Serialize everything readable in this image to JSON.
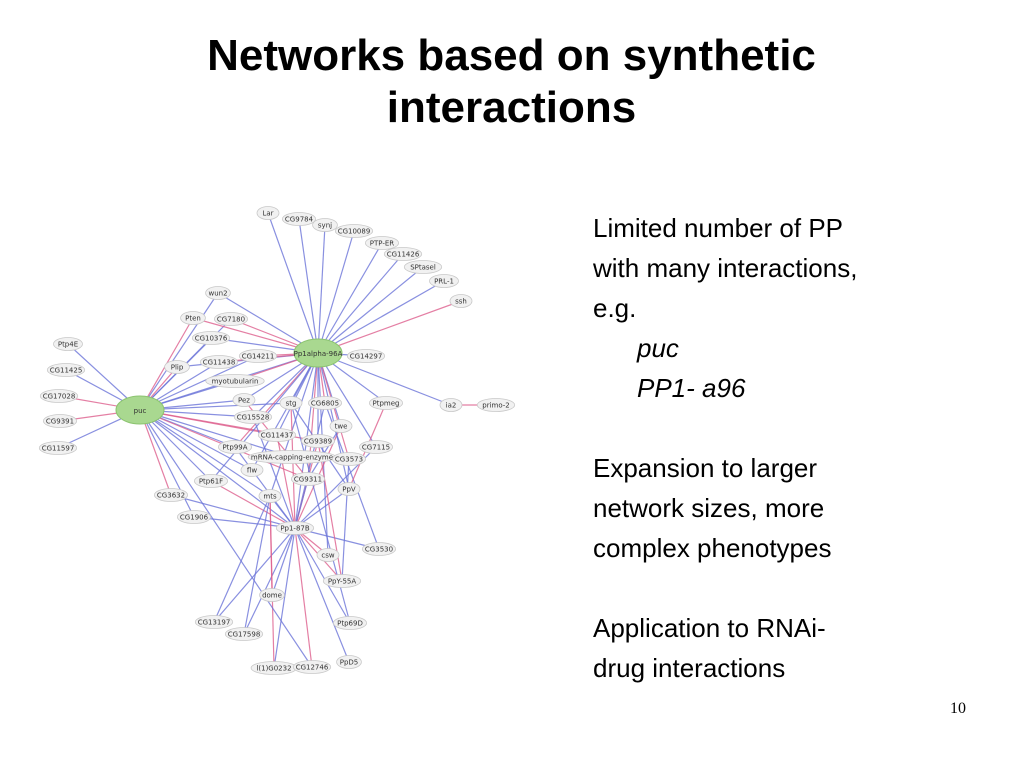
{
  "title": {
    "line1": "Networks based on synthetic",
    "line2": "interactions"
  },
  "text": {
    "p1": [
      "Limited number of PP",
      "with many interactions,",
      "e.g."
    ],
    "ex1": "puc",
    "ex2": "PP1- a96",
    "p2": [
      "Expansion to larger",
      "network sizes, more",
      "complex phenotypes"
    ],
    "p3": [
      "Application to RNAi-",
      "drug interactions"
    ]
  },
  "page_number": "10",
  "network": {
    "colors": {
      "edge_blue": "#6b74d8",
      "edge_pink": "#dd5f8d",
      "hub_fill": "#a9d890",
      "node_fill": "#f1f1f1",
      "node_stroke": "#c8c8c8"
    },
    "hubs": [
      "puc",
      "Pp1alpha-96A"
    ],
    "nodes": [
      "Lar",
      "CG9784",
      "synj",
      "CG10089",
      "PTP-ER",
      "CG11426",
      "SPtasel",
      "PRL-1",
      "ssh",
      "wun2",
      "Pten",
      "CG7180",
      "CG10376",
      "Ptp4E",
      "CG14211",
      "CG14297",
      "Plip",
      "CG11438",
      "CG11425",
      "myotubularin",
      "CG17028",
      "Pez",
      "stg",
      "CG6805",
      "Ptpmeg",
      "ia2",
      "primo-2",
      "CG9391",
      "CG15528",
      "CG11437",
      "twe",
      "CG11597",
      "Ptp99A",
      "CG9389",
      "CG7115",
      "mRNA-capping-enzyme",
      "CG3573",
      "flw",
      "Ptp61F",
      "CG9311",
      "CG3632",
      "mts",
      "PpV",
      "CG1906",
      "Pp1-87B",
      "csw",
      "CG3530",
      "PpY-55A",
      "dome",
      "CG13197",
      "Ptp69D",
      "CG17598",
      "l(1)G0232",
      "CG12746",
      "PpD5"
    ]
  }
}
